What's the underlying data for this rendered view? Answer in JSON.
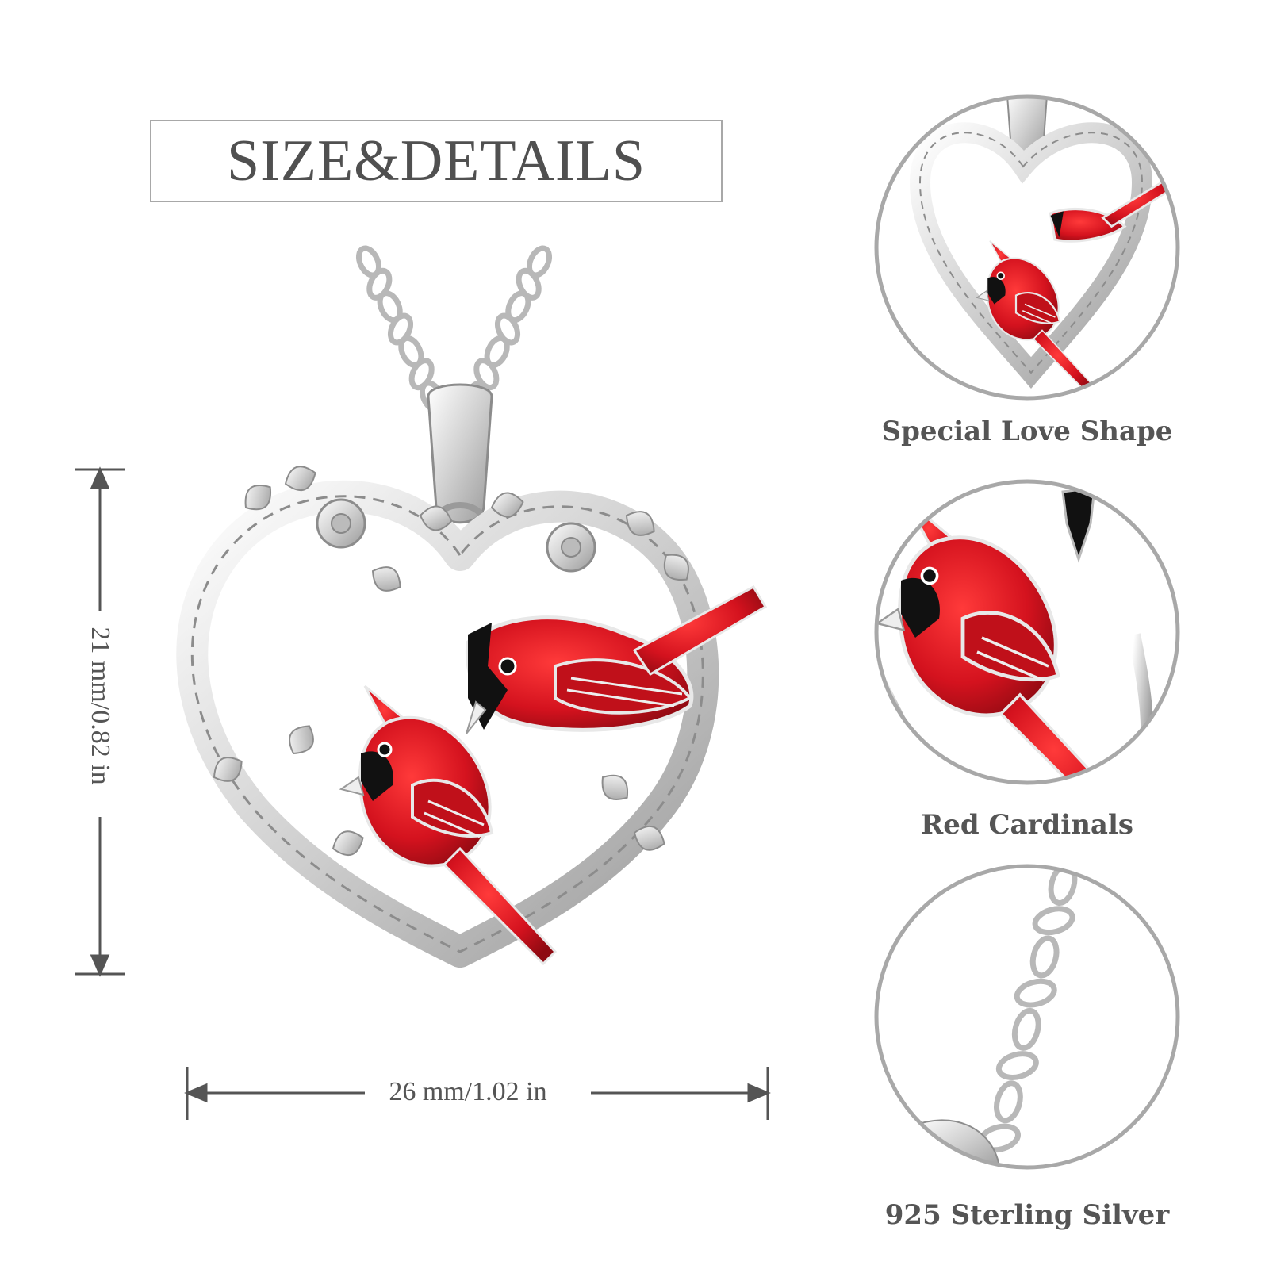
{
  "heading": "SIZE&DETAILS",
  "dimensions": {
    "width_label": "26 mm/1.02 in",
    "height_label": "21 mm/0.82 in"
  },
  "details": [
    {
      "caption": "Special Love Shape"
    },
    {
      "caption": "Red Cardinals"
    },
    {
      "caption": "925 Sterling Silver"
    }
  ],
  "colors": {
    "cardinal_red": "#d4121e",
    "silver": "#d9d9d9",
    "frame_gray": "#a8a8a8",
    "text_gray": "#555555"
  }
}
